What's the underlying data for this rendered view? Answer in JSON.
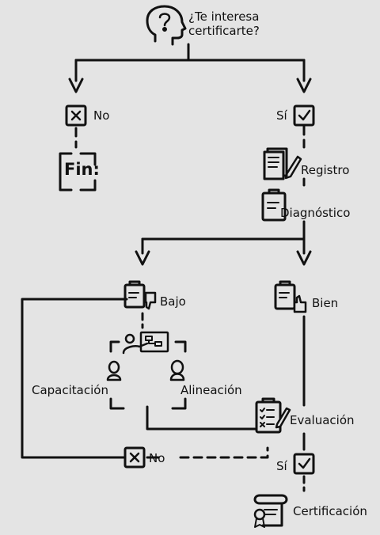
{
  "start": {
    "question": "¿Te interesa certificarte?"
  },
  "branch_no": {
    "label": "No",
    "end_label": "Fin:"
  },
  "branch_yes": {
    "label": "Sí"
  },
  "steps": {
    "registro": "Registro",
    "diagnostico": "Diagnóstico",
    "bajo": "Bajo",
    "bien": "Bien",
    "capacitacion": "Capacitación",
    "alineacion": "Alineación",
    "evaluacion": "Evaluación",
    "eval_no": "No",
    "eval_si": "Sí",
    "certificacion": "Certificación"
  },
  "icons": {
    "question": "head-question-icon",
    "no": "x-box-icon",
    "yes": "check-box-icon",
    "end": "fin-box-icon",
    "registro": "document-pen-icon",
    "diagnostico": "clipboard-icon",
    "bajo": "clipboard-thumbs-down-icon",
    "bien": "clipboard-thumbs-up-icon",
    "training": "presenter-flowchart-icon",
    "person": "person-icon",
    "evaluacion": "checklist-pencil-icon",
    "certificacion": "certificate-scroll-icon"
  },
  "colors": {
    "background": "#e4e4e4",
    "ink": "#111111"
  }
}
